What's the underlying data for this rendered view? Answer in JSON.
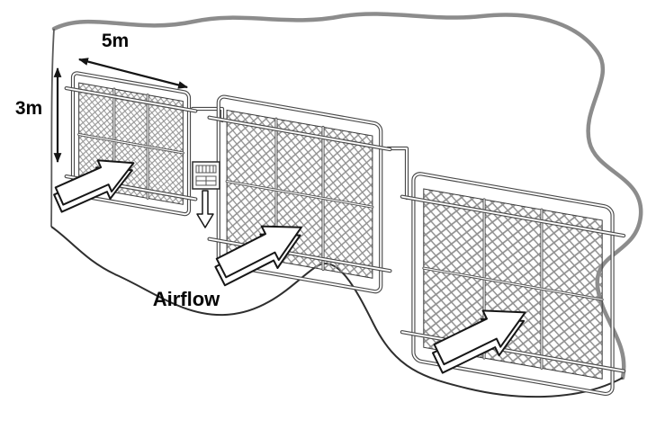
{
  "figure": {
    "labels": {
      "panel_width": "5m",
      "panel_height": "3m",
      "airflow": "Airflow"
    },
    "colors": {
      "background": "#ffffff",
      "boundary_gray": "#8c8c8c",
      "boundary_ink": "#2e2e2e",
      "tube_gray": "#4a4a4a",
      "mesh_gray": "#8f8f8f"
    },
    "panel_count": 3
  }
}
